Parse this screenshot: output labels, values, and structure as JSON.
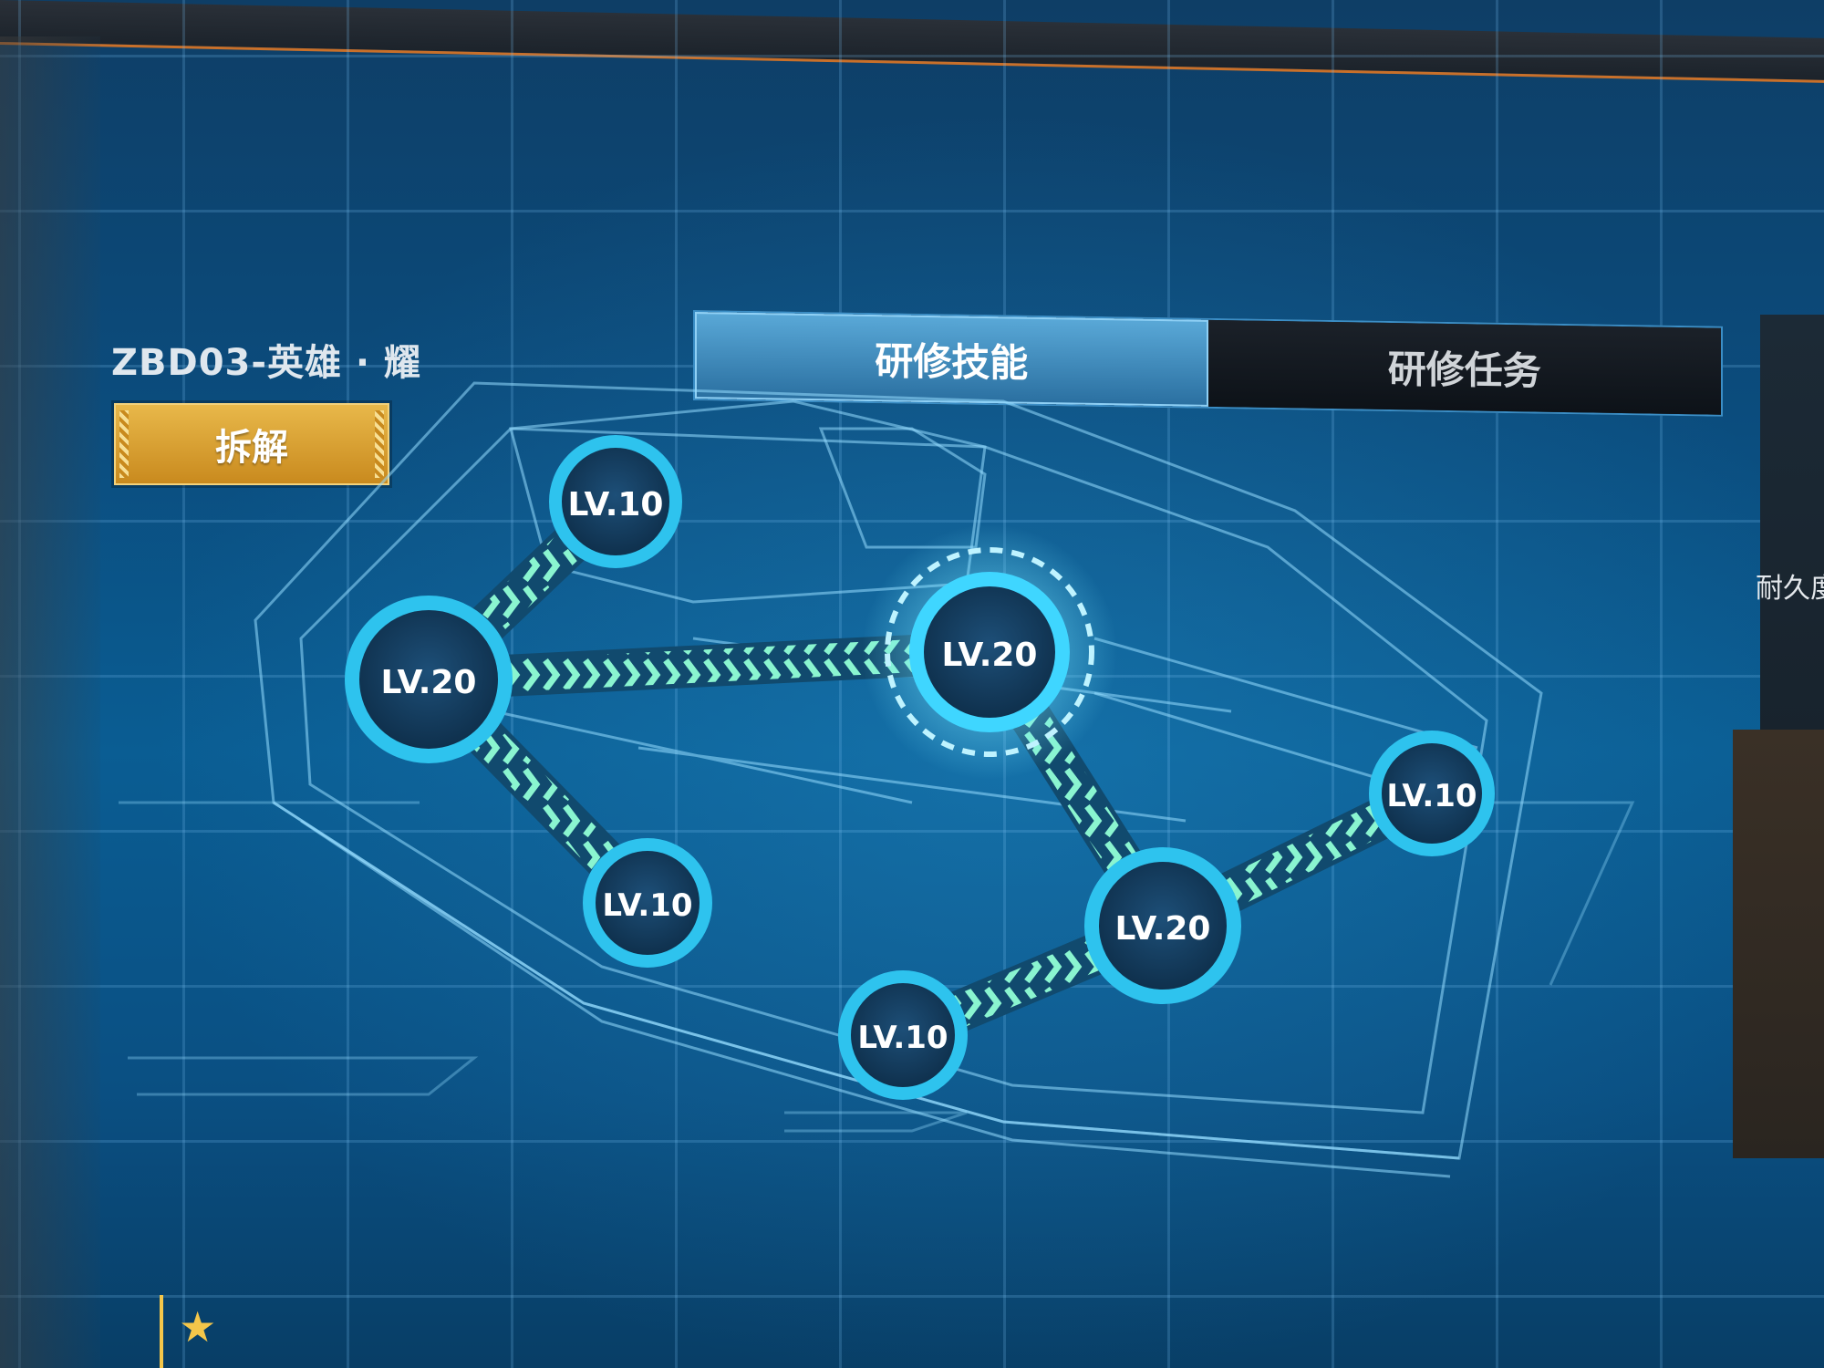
{
  "vehicle": {
    "title": "ZBD03-英雄 · 耀"
  },
  "actions": {
    "dismantle_label": "拆解"
  },
  "tabs": [
    {
      "label": "研修技能",
      "active": true
    },
    {
      "label": "研修任务",
      "active": false
    }
  ],
  "side_panel": {
    "durability_label": "耐久度"
  },
  "skill_nodes": [
    {
      "label": "LV.10"
    },
    {
      "label": "LV.20"
    },
    {
      "label": "LV.20",
      "selected": true
    },
    {
      "label": "LV.10"
    },
    {
      "label": "LV.10"
    },
    {
      "label": "LV.20"
    },
    {
      "label": "LV.10"
    }
  ],
  "badge": {
    "icon": "star-icon"
  },
  "colors": {
    "accent_cyan": "#39c9f0",
    "link_green": "#7ff0c9",
    "button_gold": "#e0a93a",
    "top_accent": "#c9702a"
  }
}
